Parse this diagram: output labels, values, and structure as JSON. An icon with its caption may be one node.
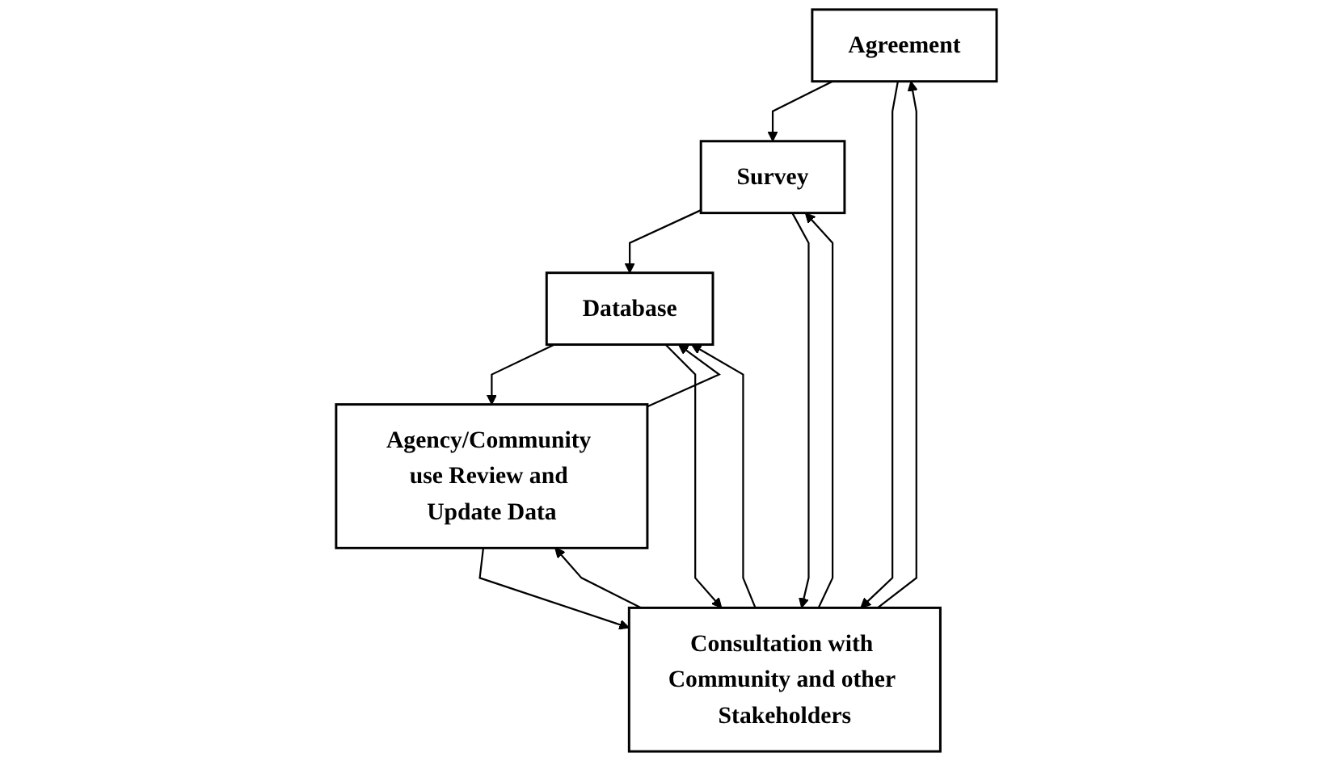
{
  "diagram": {
    "nodes": [
      {
        "text": [
          "Agreement"
        ]
      },
      {
        "text": [
          "Survey"
        ]
      },
      {
        "text": [
          "Database"
        ]
      },
      {
        "text": [
          "Agency/Community use Review and Update Data"
        ]
      },
      {
        "text": [
          "Consultation with Community and other Stakeholders"
        ]
      }
    ],
    "edges": [
      {
        "from": 0,
        "to": 1,
        "arrow": "to"
      },
      {
        "from": 1,
        "to": 2,
        "arrow": "to"
      },
      {
        "from": 2,
        "to": 3,
        "arrow": "to"
      },
      {
        "from": 3,
        "to": 2,
        "arrow": "to"
      },
      {
        "from": 0,
        "to": 4,
        "arrow": "to"
      },
      {
        "from": 4,
        "to": 0,
        "arrow": "to"
      },
      {
        "from": 1,
        "to": 4,
        "arrow": "to"
      },
      {
        "from": 4,
        "to": 1,
        "arrow": "to"
      },
      {
        "from": 2,
        "to": 4,
        "arrow": "to"
      },
      {
        "from": 4,
        "to": 2,
        "arrow": "to"
      },
      {
        "from": 3,
        "to": 4,
        "arrow": "to"
      },
      {
        "from": 4,
        "to": 3,
        "arrow": "to"
      }
    ]
  }
}
